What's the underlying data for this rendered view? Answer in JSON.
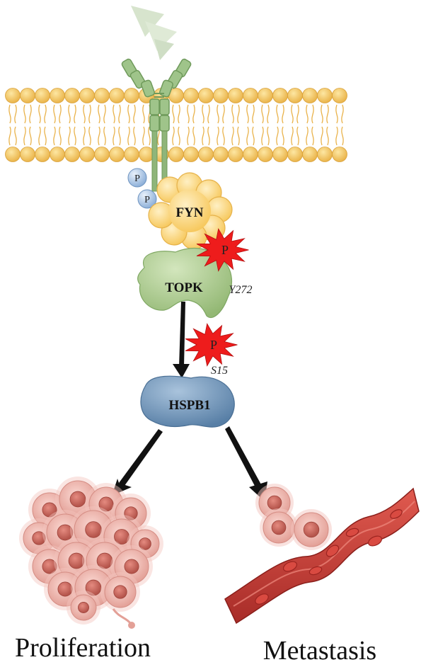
{
  "proteins": {
    "fyn": "FYN",
    "topk": "TOPK",
    "hspb1": "HSPB1"
  },
  "sites": {
    "topk_site": "Y272",
    "hspb1_site": "S15"
  },
  "phospho": {
    "receptor_p1": "P",
    "receptor_p2": "P",
    "topk_p": "P",
    "hspb1_p": "P"
  },
  "outcomes": {
    "left": "Proliferation",
    "right": "Metastasis"
  },
  "colors": {
    "membrane": "#f2c45a",
    "fyn": "#fbd374",
    "topk": "#a9c98a",
    "hspb1": "#6f93b8",
    "phospho_burst": "#ee1c1c",
    "receptor": "#8fb57a",
    "ligand": "#cfe0c2",
    "cells": "#e9a9a2",
    "vessel": "#c83a34"
  }
}
